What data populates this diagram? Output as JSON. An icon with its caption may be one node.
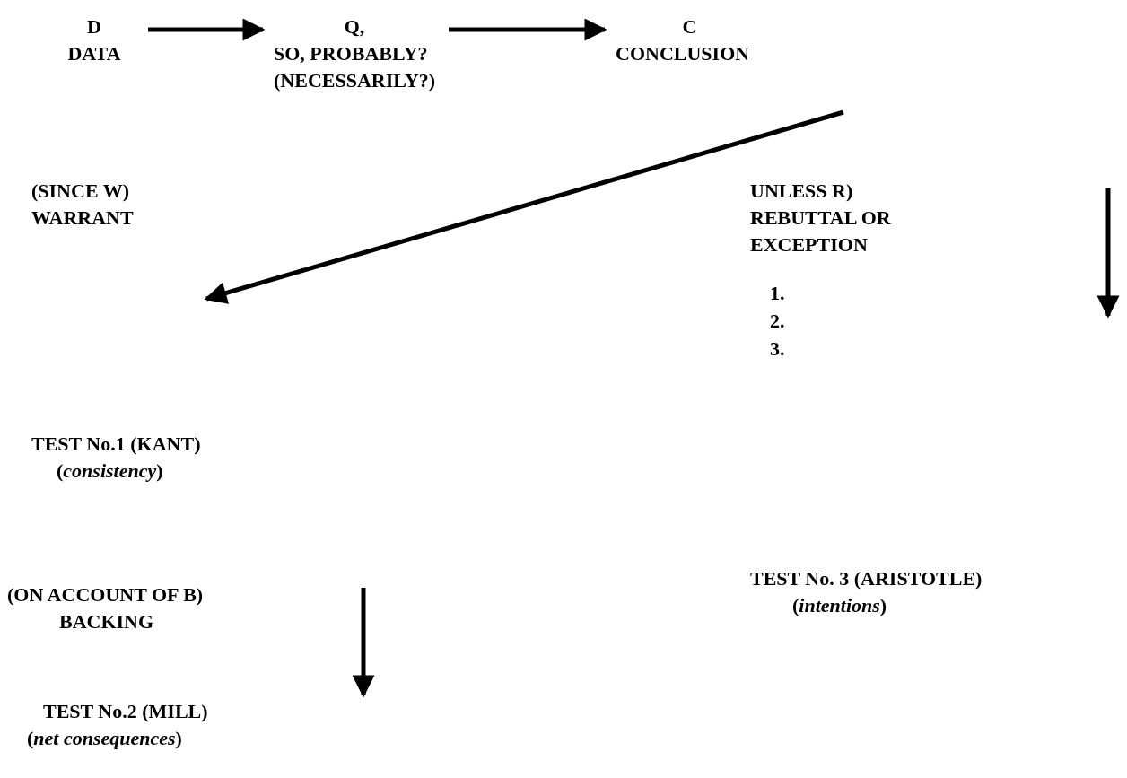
{
  "diagram": {
    "nodes": [
      {
        "text": [
          "D",
          "DATA"
        ]
      },
      {
        "text": [
          "Q,",
          "SO, PROBABLY? (NECESSARILY?)"
        ]
      },
      {
        "text": [
          "C",
          "CONCLUSION"
        ]
      },
      {
        "text": [
          "(SINCE W)",
          "WARRANT"
        ]
      },
      {
        "text": [
          "UNLESS R)",
          "REBUTTAL OR EXCEPTION"
        ]
      },
      {
        "text": [
          "TEST No.1 (KANT)",
          "(*consistency*)"
        ]
      },
      {
        "text": [
          "TEST No. 3 (ARISTOTLE)",
          "(*intentions*)"
        ]
      },
      {
        "text": [
          "(ON ACCOUNT OF B)",
          "BACKING"
        ]
      },
      {
        "text": [
          "TEST No.2 (MILL)",
          "(*net consequences*)"
        ]
      }
    ],
    "edges": [
      {
        "from": 0,
        "to": 1,
        "arrow": "to"
      },
      {
        "from": 1,
        "to": 2,
        "arrow": "to"
      },
      {
        "from": null,
        "to": 3,
        "arrow": "to"
      }
    ],
    "labels": [
      "1.",
      "2.",
      "3."
    ]
  }
}
